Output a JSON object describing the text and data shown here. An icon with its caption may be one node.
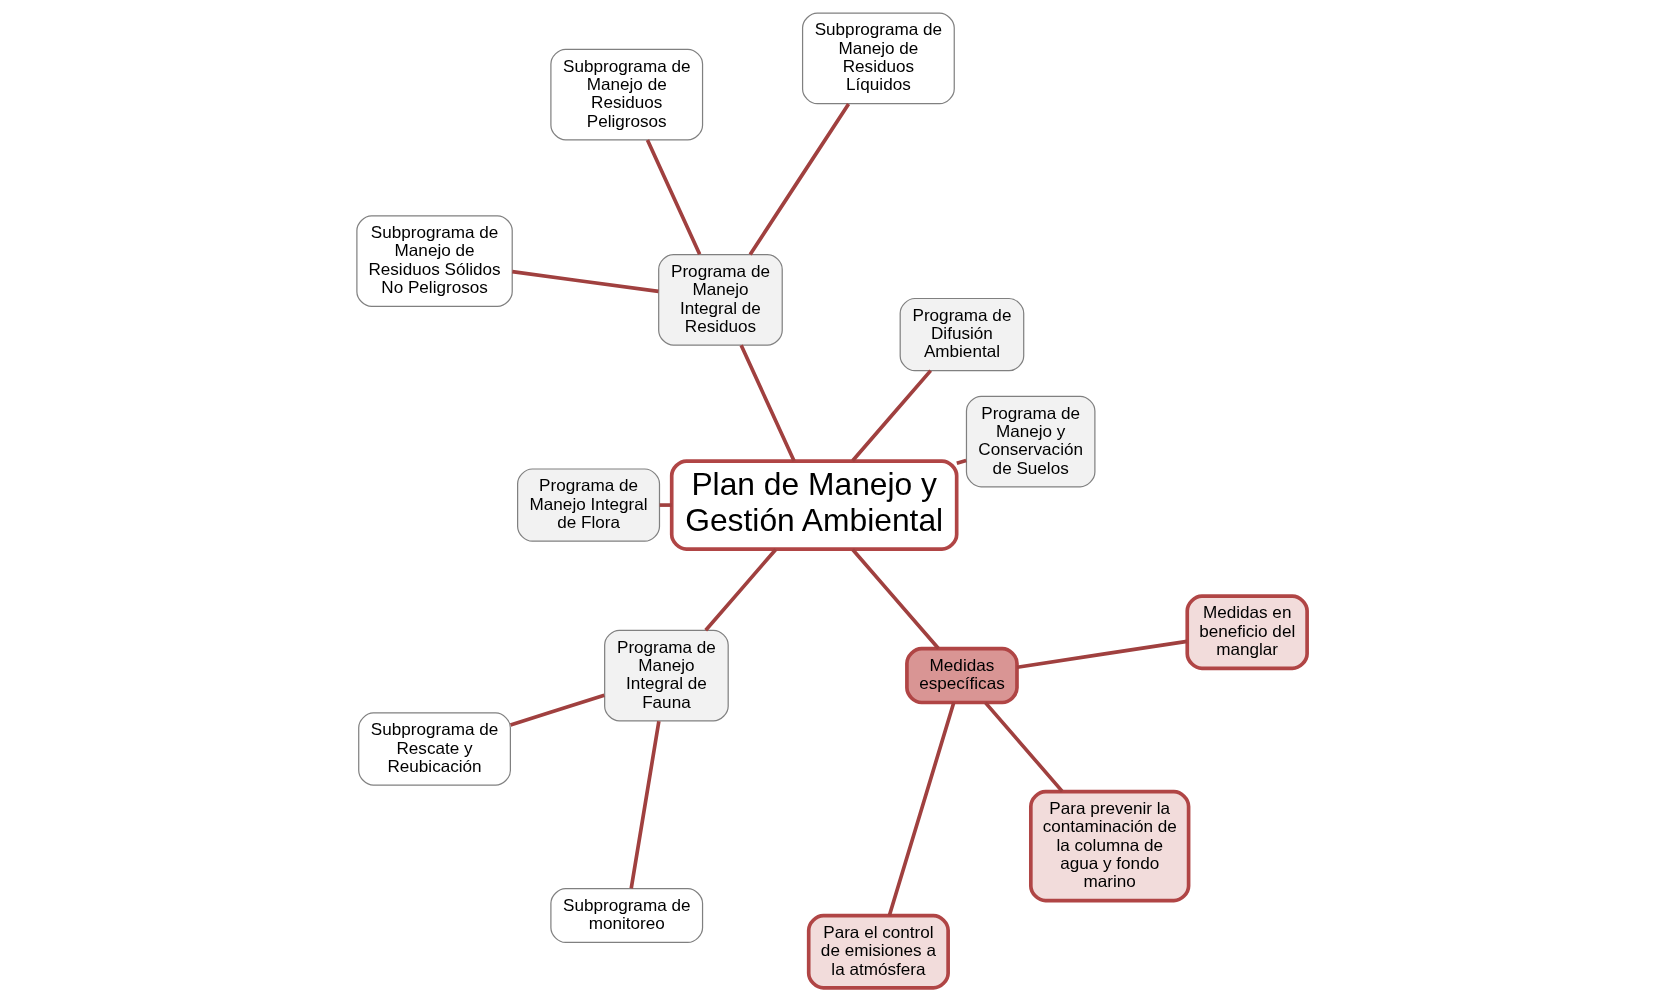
{
  "diagram": {
    "nodes": [
      {
        "text": [
          "Plan de Manejo y Gestión Ambiental"
        ]
      },
      {
        "text": [
          "Programa de Manejo y Conservación de Suelos"
        ]
      },
      {
        "text": [
          "Programa de Difusión Ambiental"
        ]
      },
      {
        "text": [
          "Programa de Manejo Integral de Residuos"
        ]
      },
      {
        "text": [
          "Programa de Manejo Integral de Flora"
        ]
      },
      {
        "text": [
          "Programa de Manejo Integral de Fauna"
        ]
      },
      {
        "text": [
          "Medidas específicas"
        ]
      },
      {
        "text": [
          "Para el control de emisiones a la atmósfera"
        ]
      },
      {
        "text": [
          "Para prevenir la contaminación de la columna de agua y fondo marino"
        ]
      },
      {
        "text": [
          "Medidas en beneficio del manglar"
        ]
      },
      {
        "text": [
          "Subprograma de Manejo de Residuos Líquidos"
        ]
      },
      {
        "text": [
          "Subprograma de Manejo de Residuos Peligrosos"
        ]
      },
      {
        "text": [
          "Subprograma de Manejo de Residuos Sólidos No Peligrosos"
        ]
      },
      {
        "text": [
          "Subprograma de Rescate y Reubicación"
        ]
      },
      {
        "text": [
          "Subprograma de monitoreo"
        ]
      }
    ],
    "edges": [
      {
        "from": 0,
        "to": 1,
        "arrow": "none"
      },
      {
        "from": 0,
        "to": 2,
        "arrow": "none"
      },
      {
        "from": 0,
        "to": 3,
        "arrow": "none"
      },
      {
        "from": 0,
        "to": 4,
        "arrow": "none"
      },
      {
        "from": 0,
        "to": 5,
        "arrow": "none"
      },
      {
        "from": 0,
        "to": 6,
        "arrow": "none"
      },
      {
        "from": 6,
        "to": 7,
        "arrow": "none"
      },
      {
        "from": 6,
        "to": 8,
        "arrow": "none"
      },
      {
        "from": 6,
        "to": 9,
        "arrow": "none"
      },
      {
        "from": 3,
        "to": 10,
        "arrow": "none"
      },
      {
        "from": 3,
        "to": 11,
        "arrow": "none"
      },
      {
        "from": 3,
        "to": 12,
        "arrow": "none"
      },
      {
        "from": 5,
        "to": 13,
        "arrow": "none"
      },
      {
        "from": 5,
        "to": 14,
        "arrow": "none"
      }
    ]
  }
}
